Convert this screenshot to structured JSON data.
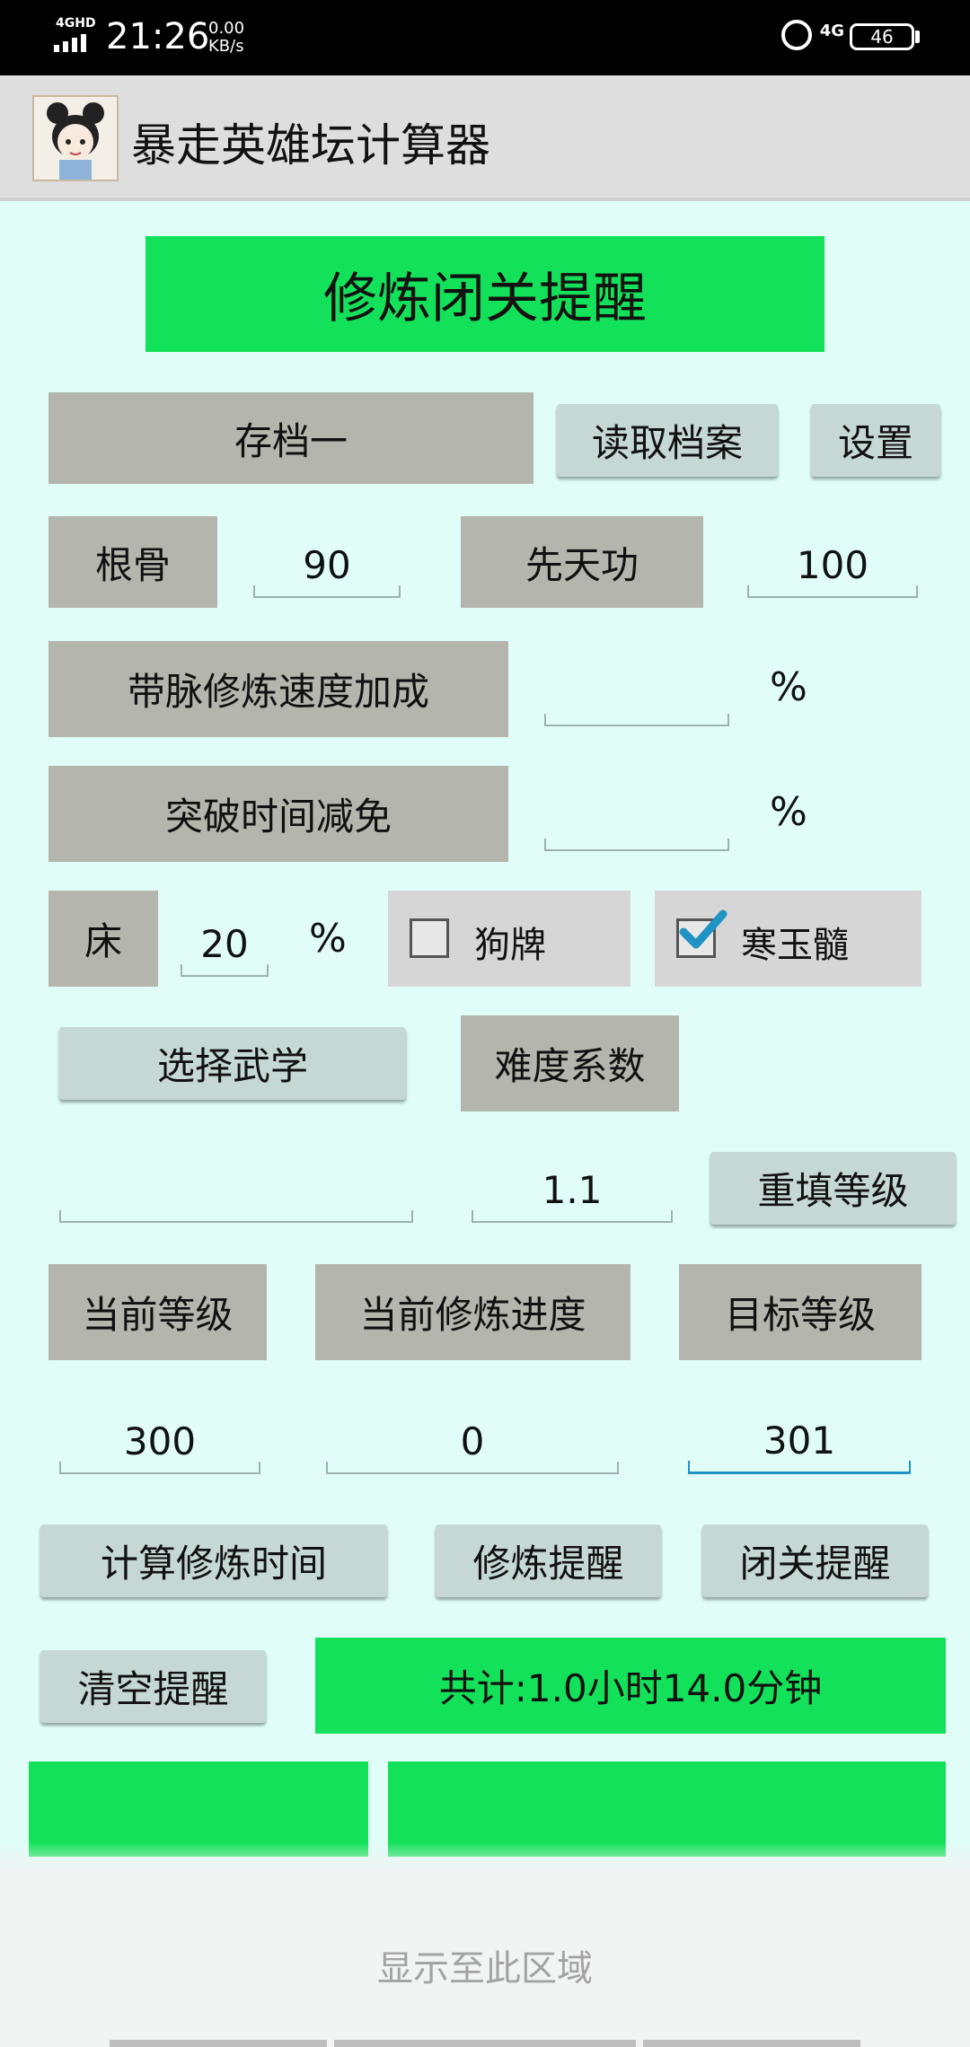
{
  "status_bar": {
    "network": "4GHD",
    "time": "21:26",
    "speed": "0.00",
    "speed_unit": "KB/s",
    "network2": "4G",
    "battery": "46"
  },
  "app": {
    "title": "暴走英雄坛计算器",
    "icon": "anime-avatar-icon"
  },
  "main": {
    "header_button": "修炼闭关提醒",
    "save_slot": "存档一",
    "load_button": "读取档案",
    "settings_button": "设置",
    "root_label": "根骨",
    "root_value": "90",
    "innate_label": "先天功",
    "innate_value": "100",
    "meridian_label": "带脉修炼速度加成",
    "meridian_value": "",
    "breakthrough_label": "突破时间减免",
    "breakthrough_value": "",
    "percent": "%",
    "bed_label": "床",
    "bed_value": "20",
    "dog_tag_label": "狗牌",
    "dog_tag_checked": false,
    "jade_label": "寒玉髓",
    "jade_checked": true,
    "select_skill_button": "选择武学",
    "difficulty_label": "难度系数",
    "skill_value": "",
    "difficulty_value": "1.1",
    "refill_button": "重填等级",
    "current_level_label": "当前等级",
    "current_progress_label": "当前修炼进度",
    "target_level_label": "目标等级",
    "current_level_value": "300",
    "current_progress_value": "0",
    "target_level_value": "301",
    "calc_button": "计算修炼时间",
    "train_reminder_button": "修炼提醒",
    "seclusion_reminder_button": "闭关提醒",
    "clear_reminder_button": "清空提醒",
    "total_result": "共计:1.0小时14.0分钟"
  },
  "sheet": {
    "text": "显示至此区域"
  },
  "colors": {
    "background": "#e0fdf7",
    "green": "#14e15a",
    "gray_label": "#b4b5ac",
    "button": "#c6d8d4",
    "focus": "#1f93c4"
  }
}
